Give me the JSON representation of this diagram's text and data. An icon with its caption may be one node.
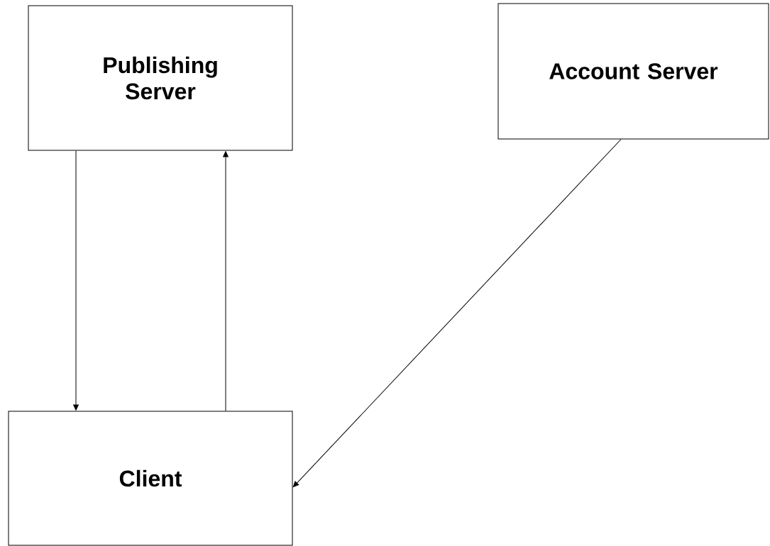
{
  "diagram": {
    "nodes": [
      {
        "text": [
          "Publishing Server"
        ]
      },
      {
        "text": [
          "Account Server"
        ]
      },
      {
        "text": [
          "Client"
        ]
      }
    ],
    "edges": [
      {
        "from": 0,
        "to": 2,
        "arrow": "to"
      },
      {
        "from": 2,
        "to": 0,
        "arrow": "to"
      },
      {
        "from": 1,
        "to": 2,
        "arrow": "to"
      }
    ]
  }
}
